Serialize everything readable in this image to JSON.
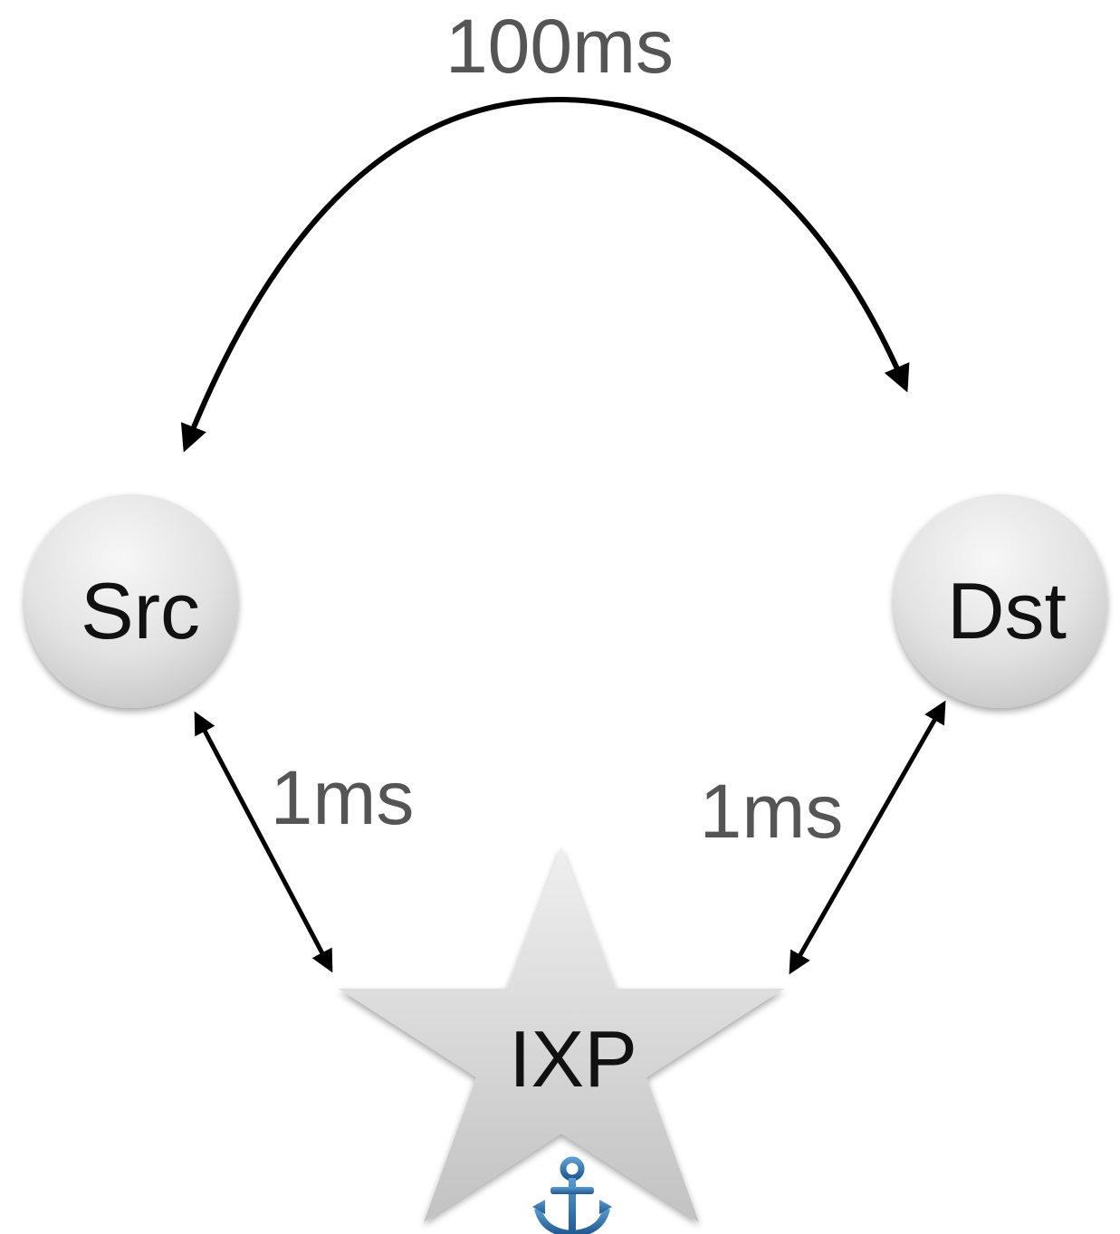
{
  "nodes": {
    "src": {
      "label": "Src"
    },
    "dst": {
      "label": "Dst"
    },
    "ixp": {
      "label": "IXP",
      "badge_icon": "anchor-icon"
    }
  },
  "links": {
    "src_dst": {
      "latency": "100ms"
    },
    "src_ixp": {
      "latency": "1ms"
    },
    "dst_ixp": {
      "latency": "1ms"
    }
  },
  "colors": {
    "node_fill_light": "#f4f4f4",
    "node_fill_dark": "#c4c4c4",
    "arrow": "#000000",
    "latency_text": "#555555",
    "node_text": "#111111",
    "anchor": "#2f6fa8"
  }
}
